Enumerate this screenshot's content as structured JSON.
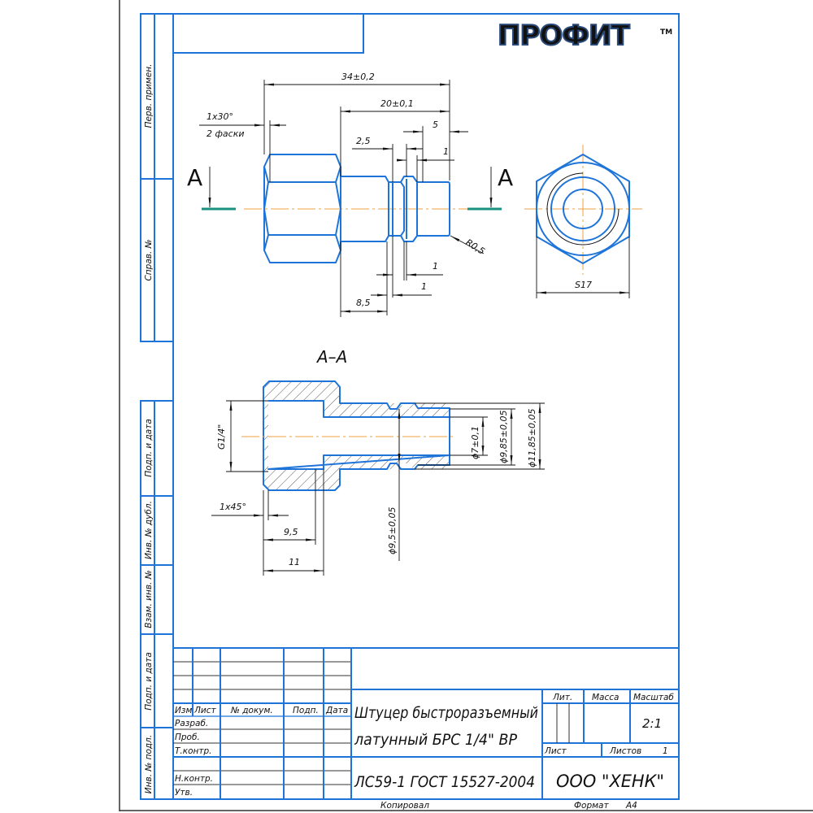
{
  "logo": {
    "text": "ПРОФИТ",
    "tm": "TM"
  },
  "colors": {
    "frame": "#1e74d8",
    "centerline": "#f0a040",
    "section_mark": "#1a9080"
  },
  "side_strip": {
    "labels": [
      "Перв. примен.",
      "Справ. №",
      "Подп. и дата",
      "Инв. № дубл.",
      "Взам. инв. №",
      "Подп. и дата",
      "Инв. № подл."
    ]
  },
  "main_view": {
    "section_letter_left": "A",
    "section_letter_right": "A",
    "dims": {
      "overall": "34±0,2",
      "shank": "20±0,1",
      "five": "5",
      "two_five": "2,5",
      "one_top": "1",
      "chamfer": "1x30°",
      "chamfer_note": "2 фаски",
      "radius": "R0,5",
      "one_bottom_a": "1",
      "one_bottom_b": "1",
      "eight_five": "8,5"
    }
  },
  "end_view": {
    "across_flats": "S17"
  },
  "section_view": {
    "title": "A–A",
    "dims": {
      "thread": "G1/4\"",
      "bore": "ϕ7±0,1",
      "d985": "ϕ9,85±0,05",
      "d1185": "ϕ11,85±0,05",
      "groove": "ϕ9,5±0,05",
      "chamfer": "1x45°",
      "depth_95": "9,5",
      "depth_11": "11"
    }
  },
  "title_block": {
    "headers": {
      "izm": "Изм",
      "list": "Лист",
      "doc": "№ докум.",
      "sign": "Подп.",
      "date": "Дата"
    },
    "roles": [
      "Разраб.",
      "Проб.",
      "Т.контр.",
      "Н.контр.",
      "Утв."
    ],
    "name_line1": "Штуцер быстроразъемный",
    "name_line2": "латунный БРС 1/4\" ВР",
    "lit": "Лит.",
    "mass": "Масса",
    "scale_label": "Масштаб",
    "scale": "2:1",
    "sheet_label": "Лист",
    "sheets_label": "Листов",
    "sheets": "1",
    "material": "ЛС59-1 ГОСТ 15527-2004",
    "company": "ООО \"ХЕНК\""
  },
  "footer": {
    "copied": "Копировал",
    "format_label": "Формат",
    "format": "A4"
  }
}
